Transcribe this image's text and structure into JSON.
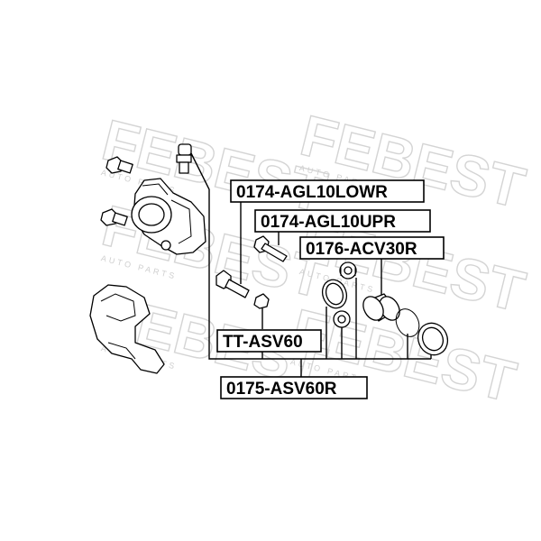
{
  "watermark": {
    "brand": "FEBEST",
    "tagline": "AUTO PARTS"
  },
  "labels": {
    "lower_pin": "0174-AGL10LOWR",
    "upper_pin": "0174-AGL10UPR",
    "piston": "0176-ACV30R",
    "bleeder": "TT-ASV60",
    "repair_kit": "0175-ASV60R"
  },
  "colors": {
    "line": "#000000",
    "watermark": "#d4d4d4",
    "background": "#ffffff"
  }
}
